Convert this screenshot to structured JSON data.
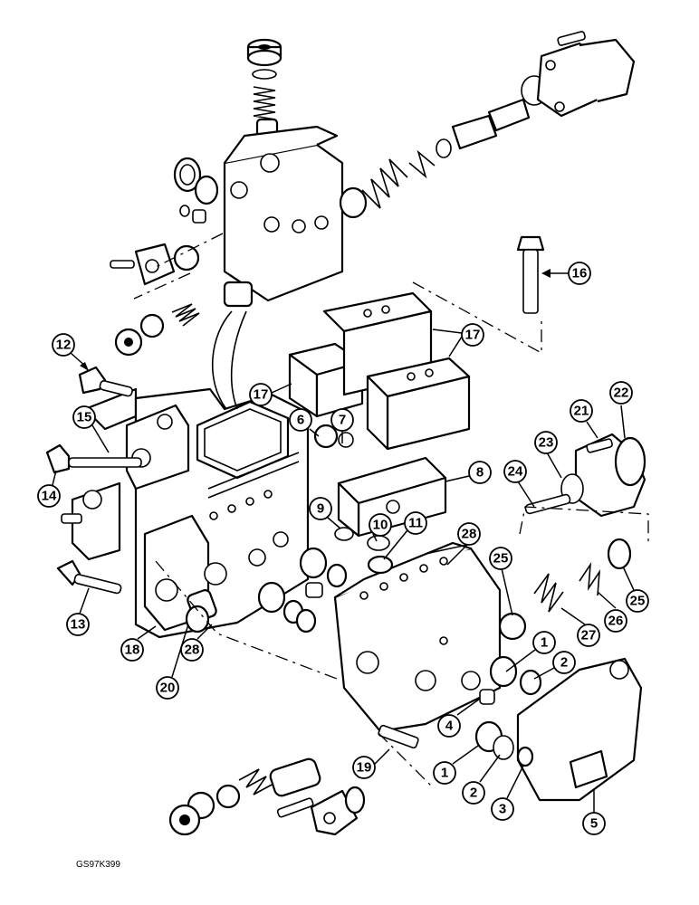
{
  "figure_code": "GS97K399",
  "callouts": [
    {
      "label": "1"
    },
    {
      "label": "2"
    },
    {
      "label": "4"
    },
    {
      "label": "1"
    },
    {
      "label": "2"
    },
    {
      "label": "3"
    },
    {
      "label": "5"
    },
    {
      "label": "6"
    },
    {
      "label": "7"
    },
    {
      "label": "8"
    },
    {
      "label": "9"
    },
    {
      "label": "10"
    },
    {
      "label": "11"
    },
    {
      "label": "12"
    },
    {
      "label": "13"
    },
    {
      "label": "14"
    },
    {
      "label": "15"
    },
    {
      "label": "16"
    },
    {
      "label": "17"
    },
    {
      "label": "17"
    },
    {
      "label": "18"
    },
    {
      "label": "19"
    },
    {
      "label": "20"
    },
    {
      "label": "21"
    },
    {
      "label": "22"
    },
    {
      "label": "23"
    },
    {
      "label": "24"
    },
    {
      "label": "25"
    },
    {
      "label": "25"
    },
    {
      "label": "26"
    },
    {
      "label": "27"
    },
    {
      "label": "28"
    },
    {
      "label": "28"
    }
  ]
}
